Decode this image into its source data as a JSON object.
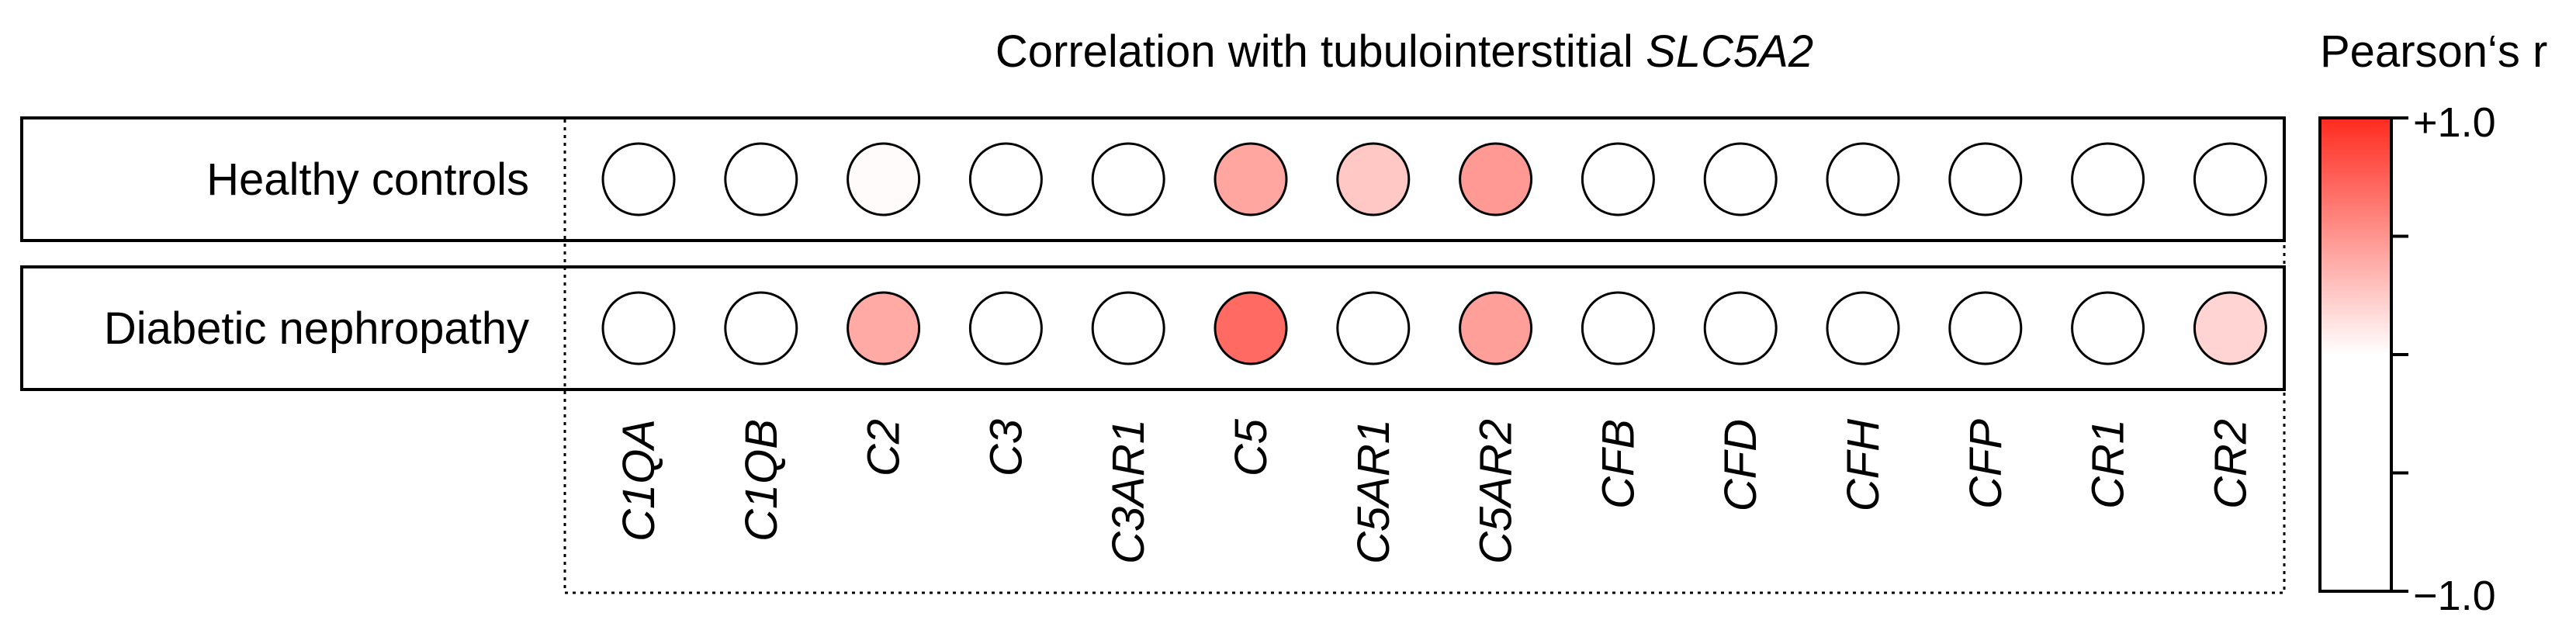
{
  "chart_data": {
    "type": "heatmap",
    "title_prefix": "Correlation with tubulointerstitial ",
    "title_gene": "SLC5A2",
    "rows": [
      "Healthy controls",
      "Diabetic nephropathy"
    ],
    "columns": [
      "C1QA",
      "C1QB",
      "C2",
      "C3",
      "C3AR1",
      "C5",
      "C5AR1",
      "C5AR2",
      "CFB",
      "CFD",
      "CFH",
      "CFP",
      "CR1",
      "CR2"
    ],
    "values": [
      [
        0.0,
        0.0,
        0.02,
        0.0,
        0.0,
        0.42,
        0.26,
        0.48,
        0.0,
        0.0,
        0.0,
        0.0,
        0.0,
        0.0
      ],
      [
        0.0,
        0.0,
        0.4,
        0.0,
        0.0,
        0.7,
        0.0,
        0.45,
        0.0,
        0.0,
        0.0,
        0.0,
        0.0,
        0.2
      ]
    ],
    "legend": {
      "title": "Pearson‘s r",
      "max_label": "+1.0",
      "min_label": "−1.0",
      "range": [
        -1,
        1
      ],
      "ticks": [
        1,
        0.5,
        0,
        -0.5,
        -1
      ],
      "colors": {
        "low": "#ffffff",
        "mid": "#ffffff",
        "high": "#ff2a1f"
      }
    },
    "grid": false
  }
}
